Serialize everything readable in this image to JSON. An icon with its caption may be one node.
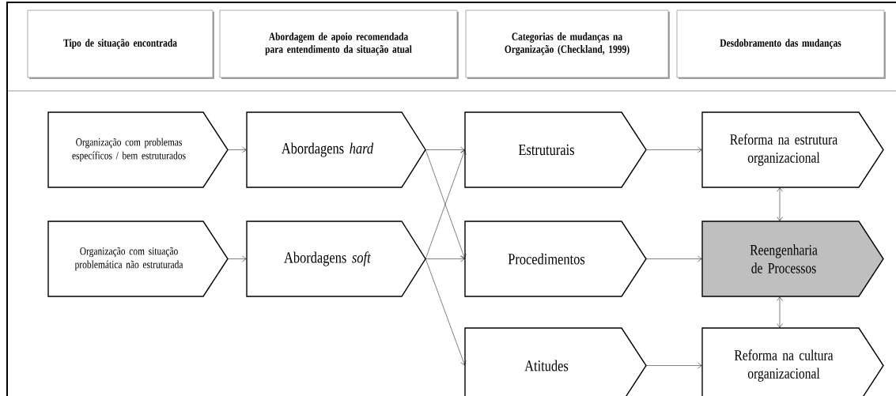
{
  "diagram": {
    "nodes": [
      {
        "text": [
          "Tipo de situação encontrada"
        ]
      },
      {
        "text": [
          "Abordagem de apoio recomendada para entendimento da situação atual"
        ]
      },
      {
        "text": [
          "Categorias de mudanças na Organização (Checkland, 1999)"
        ]
      },
      {
        "text": [
          "Desdobramento das mudanças"
        ]
      },
      {
        "text": [
          "Organização com problemas específicos / bem estruturados"
        ]
      },
      {
        "text": [
          "Abordagens *hard*"
        ]
      },
      {
        "text": [
          "Estruturais"
        ]
      },
      {
        "text": [
          "Reforma na estrutura organizacional"
        ]
      },
      {
        "text": [
          "Organização com situação problemática não estruturada"
        ]
      },
      {
        "text": [
          "Abordagens *soft*"
        ]
      },
      {
        "text": [
          "Procedimentos"
        ]
      },
      {
        "text": [
          "Reengenharia de Processos"
        ]
      },
      {
        "text": [
          "Atitudes"
        ]
      },
      {
        "text": [
          "Reforma na cultura organizacional"
        ]
      }
    ],
    "edges": [
      {
        "from": 4,
        "to": 5,
        "arrow": "to"
      },
      {
        "from": 8,
        "to": 9,
        "arrow": "to"
      },
      {
        "from": 5,
        "to": 6,
        "arrow": "to"
      },
      {
        "from": 5,
        "to": 10,
        "arrow": "to"
      },
      {
        "from": 9,
        "to": 6,
        "arrow": "to"
      },
      {
        "from": 9,
        "to": 10,
        "arrow": "to"
      },
      {
        "from": 9,
        "to": 12,
        "arrow": "to"
      },
      {
        "from": 6,
        "to": 7,
        "arrow": "to"
      },
      {
        "from": 10,
        "to": 11,
        "arrow": "to"
      },
      {
        "from": 12,
        "to": 13,
        "arrow": "to"
      },
      {
        "from": 7,
        "to": 11,
        "arrow": "both"
      },
      {
        "from": 11,
        "to": 13,
        "arrow": "both"
      }
    ]
  }
}
